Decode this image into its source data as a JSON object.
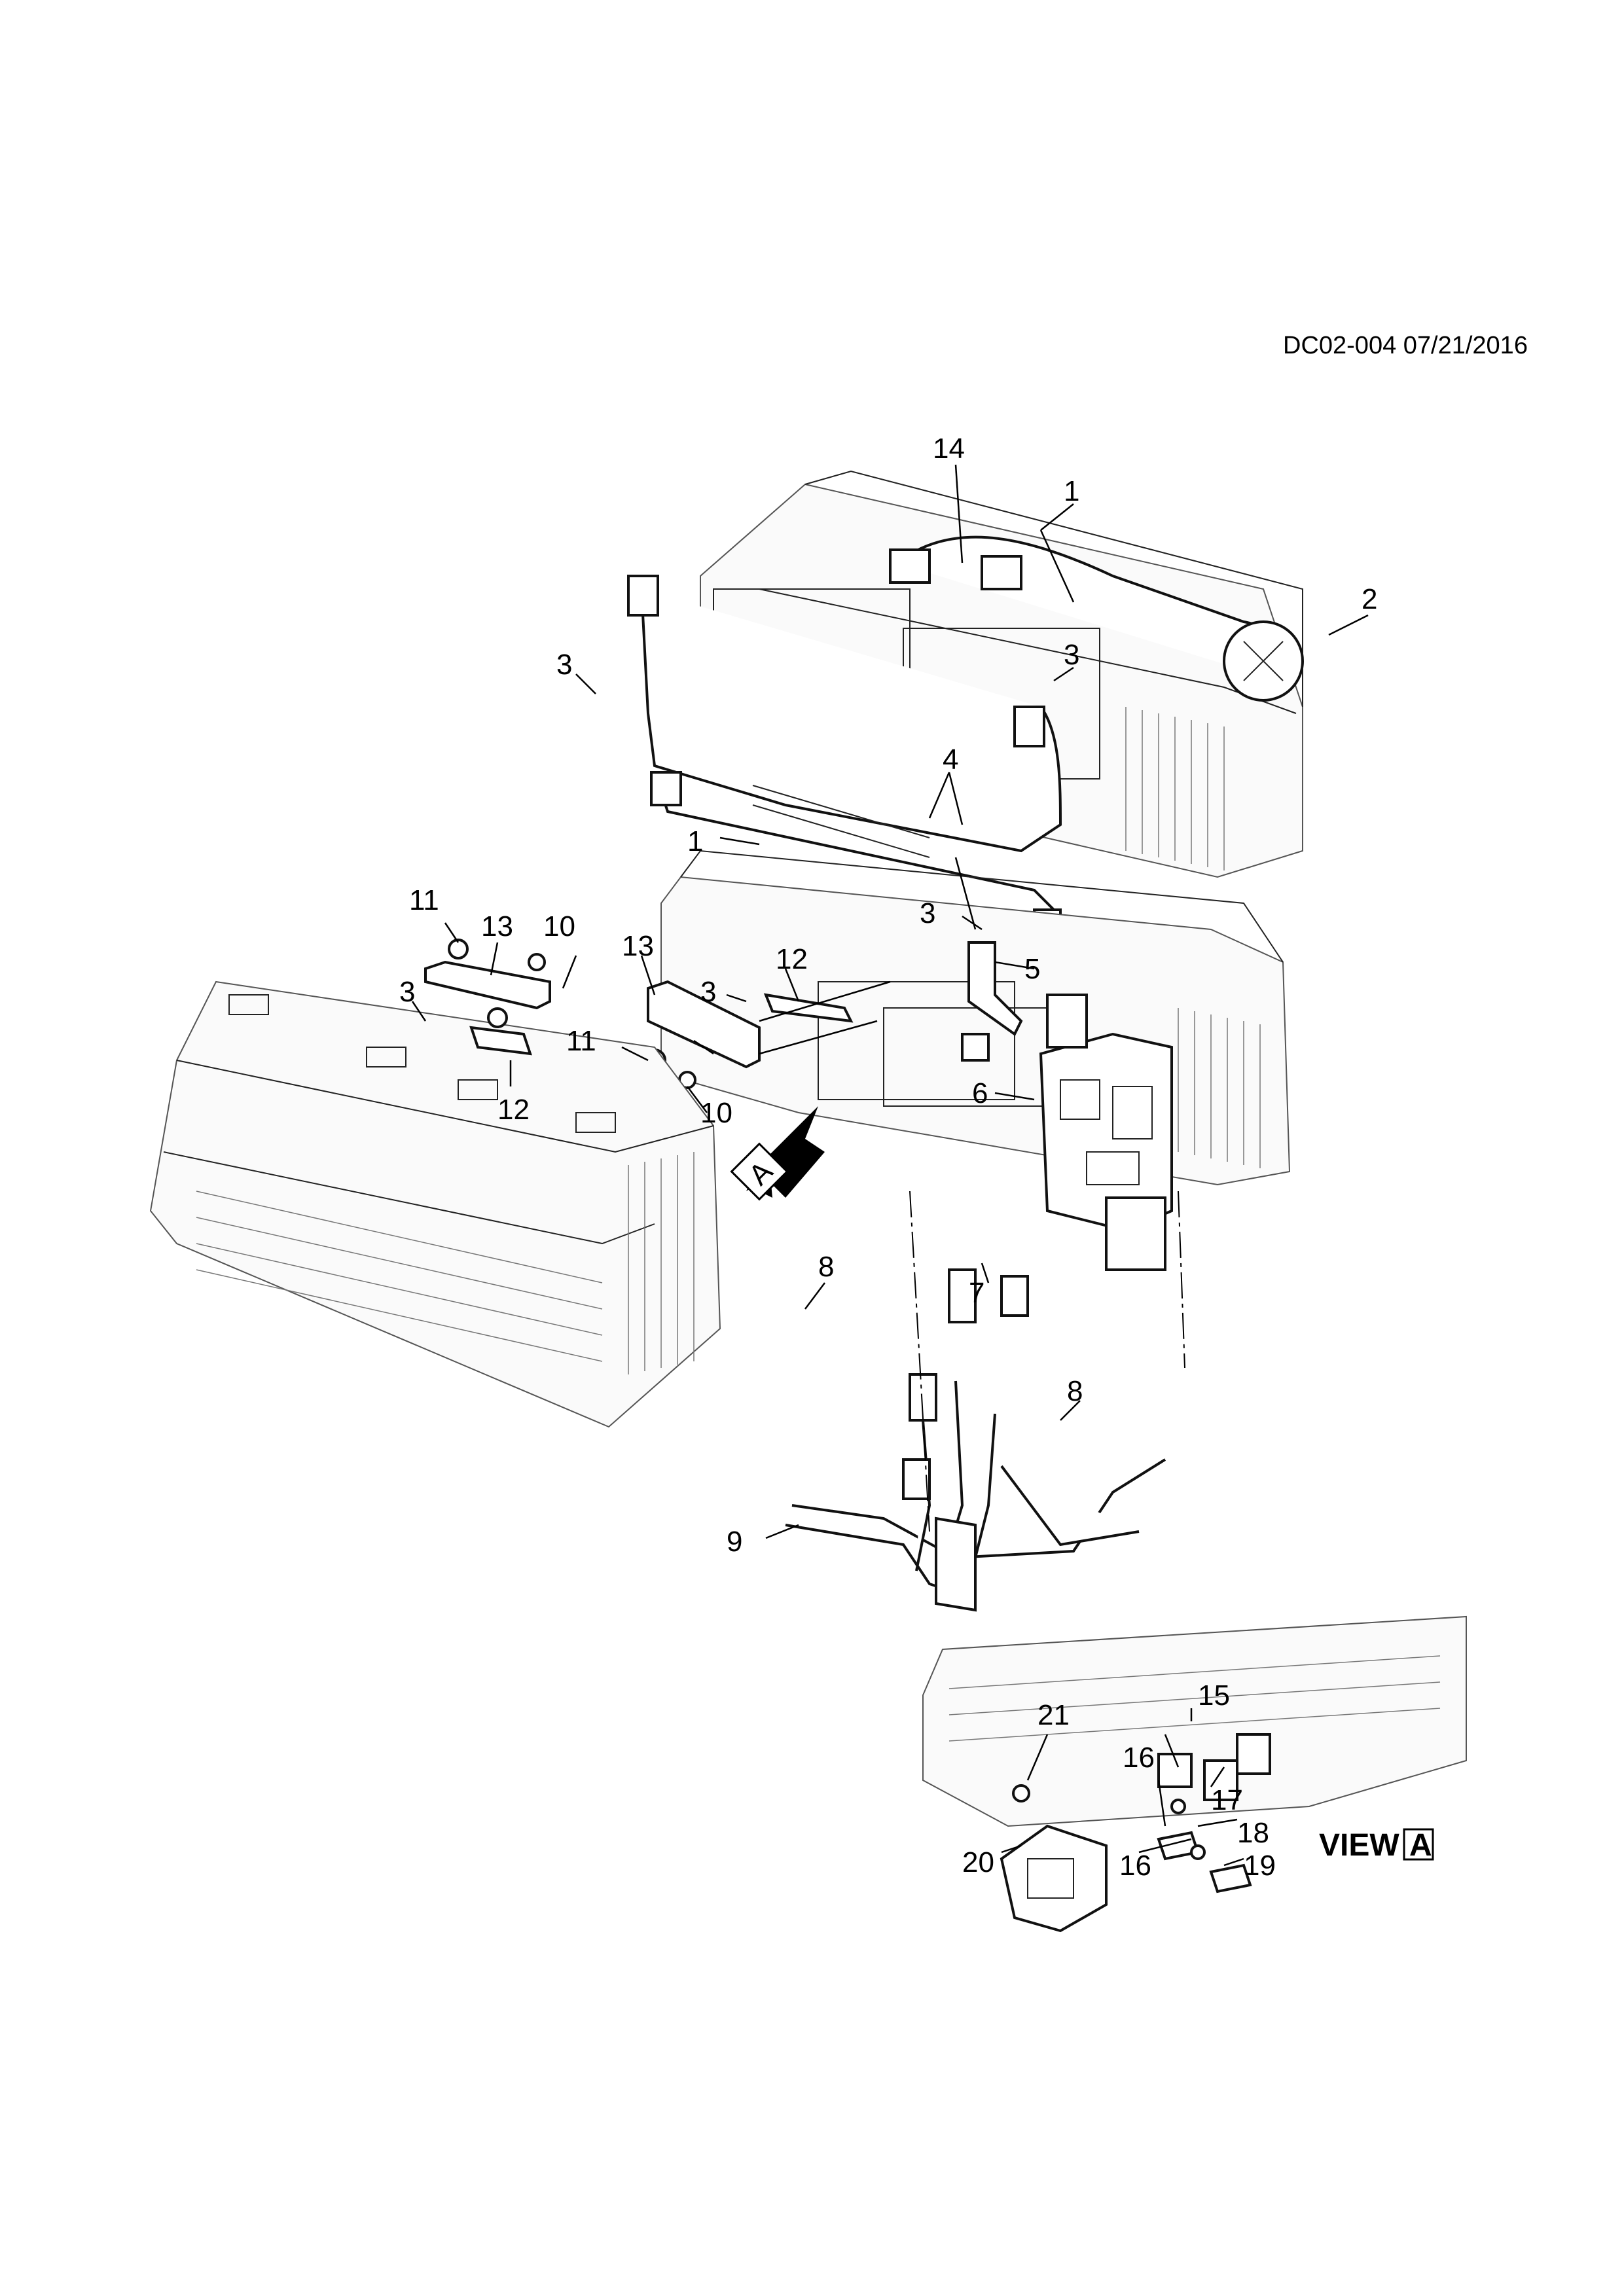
{
  "diagram_code": "DC02-004 07/21/2016",
  "view_label": "VIEW",
  "view_ref": "A",
  "arrow_ref": "A",
  "callouts": {
    "c1a": "1",
    "c1b": "1",
    "c2": "2",
    "c3a": "3",
    "c3b": "3",
    "c3c": "3",
    "c3d": "3",
    "c3e": "3",
    "c4": "4",
    "c5": "5",
    "c6": "6",
    "c7": "7",
    "c8a": "8",
    "c8b": "8",
    "c9": "9",
    "c10a": "10",
    "c10b": "10",
    "c11a": "11",
    "c11b": "11",
    "c12a": "12",
    "c12b": "12",
    "c13a": "13",
    "c13b": "13",
    "c14": "14",
    "c15": "15",
    "c16a": "16",
    "c16b": "16",
    "c17": "17",
    "c18": "18",
    "c19": "19",
    "c20": "20",
    "c21": "21"
  }
}
